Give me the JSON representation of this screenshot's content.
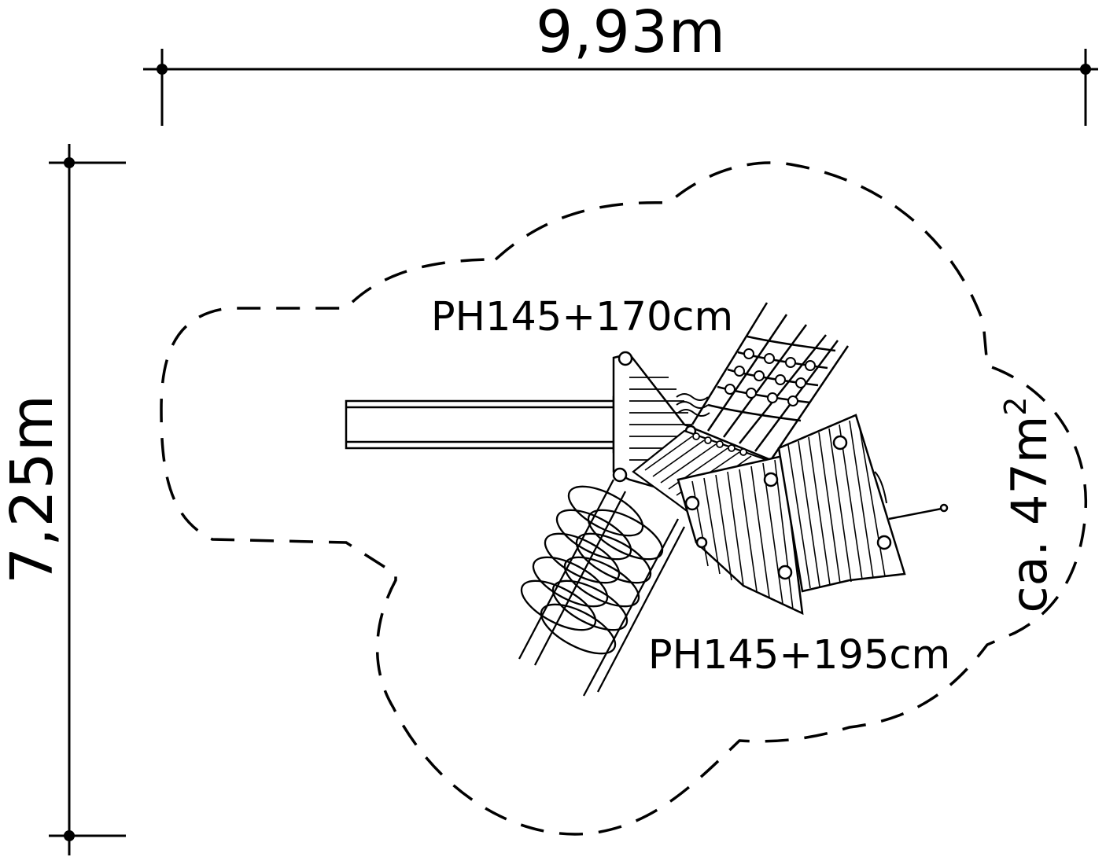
{
  "dimensions": {
    "width_label": "9,93m",
    "height_label": "7,25m"
  },
  "platforms": {
    "upper_label": "PH145+170cm",
    "lower_label": "PH145+195cm"
  },
  "area": {
    "prefix": "ca. 47m",
    "superscript": "2"
  },
  "colors": {
    "ink": "#000000",
    "background": "#ffffff"
  },
  "icons": {
    "dimension_endpoint": "dot"
  }
}
